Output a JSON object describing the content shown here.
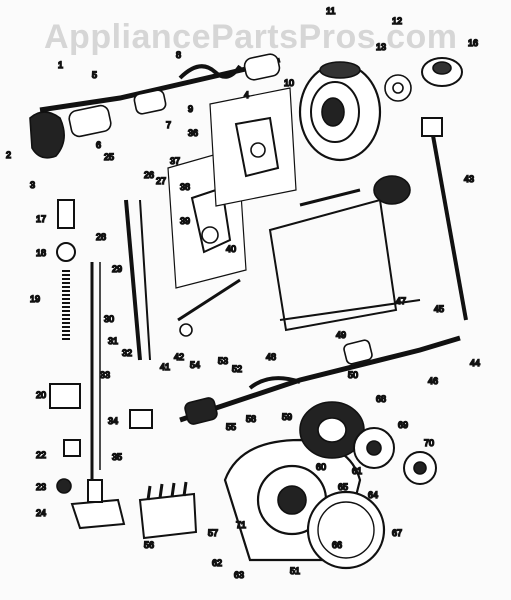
{
  "watermark": "AppliancePartsPros.com",
  "callouts": {
    "c1": "1",
    "c2": "2",
    "c3": "3",
    "c4": "4",
    "c5": "5",
    "c6": "6",
    "c7": "7",
    "c8": "8",
    "c9": "9",
    "c10": "10",
    "c11": "11",
    "c12": "12",
    "c13": "13",
    "c16": "16",
    "c17": "17",
    "c18": "18",
    "c19": "19",
    "c20": "20",
    "c22": "22",
    "c23": "23",
    "c24": "24",
    "c25": "25",
    "c26": "26",
    "c27": "27",
    "c28": "28",
    "c29": "29",
    "c30": "30",
    "c31": "31",
    "c32": "32",
    "c33": "33",
    "c34": "34",
    "c35": "35",
    "c36": "36",
    "c37": "37",
    "c38": "38",
    "c39": "39",
    "c40": "40",
    "c41": "41",
    "c42": "42",
    "c43": "43",
    "c44": "44",
    "c45": "45",
    "c46": "46",
    "c47": "47",
    "c48": "48",
    "c49": "49",
    "c50": "50",
    "c51": "51",
    "c52": "52",
    "c53": "53",
    "c54": "54",
    "c55": "55",
    "c56": "56",
    "c57": "57",
    "c58": "58",
    "c59": "59",
    "c60": "60",
    "c61": "61",
    "c62": "62",
    "c63": "63",
    "c64": "64",
    "c65": "65",
    "c66": "66",
    "c67": "67",
    "c68": "68",
    "c69": "69",
    "c70": "70",
    "c71": "71"
  }
}
